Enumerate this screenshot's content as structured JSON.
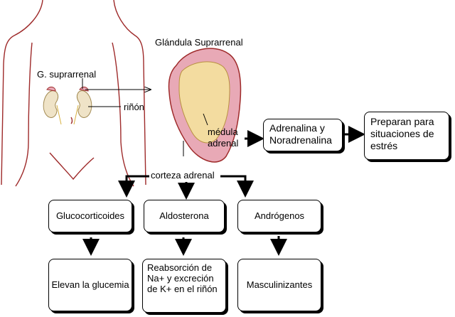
{
  "title": "Glándula Suprarrenal",
  "body_labels": {
    "gland": "G. suprarrenal",
    "kidney": "riñón"
  },
  "gland_labels": {
    "medulla": "médula\nadrenal",
    "cortex": "corteza adrenal"
  },
  "medulla_chain": {
    "hormones": "Adrenalina y Noradrenalina",
    "effect": "Preparan para situaciones de estrés"
  },
  "cortex_branches": [
    {
      "hormone": "Glucocorticoides",
      "effect": "Elevan la glucemia"
    },
    {
      "hormone": "Aldosterona",
      "effect": "Reabsorción de Na+ y excreción de K+ en el riñón"
    },
    {
      "hormone": "Andrógenos",
      "effect": "Masculinizantes"
    }
  ],
  "colors": {
    "body_outline": "#9e2a2a",
    "cortex_fill": "#e8a9b6",
    "medulla_fill": "#f3dca0",
    "kidney_fill": "#efe3c7"
  }
}
